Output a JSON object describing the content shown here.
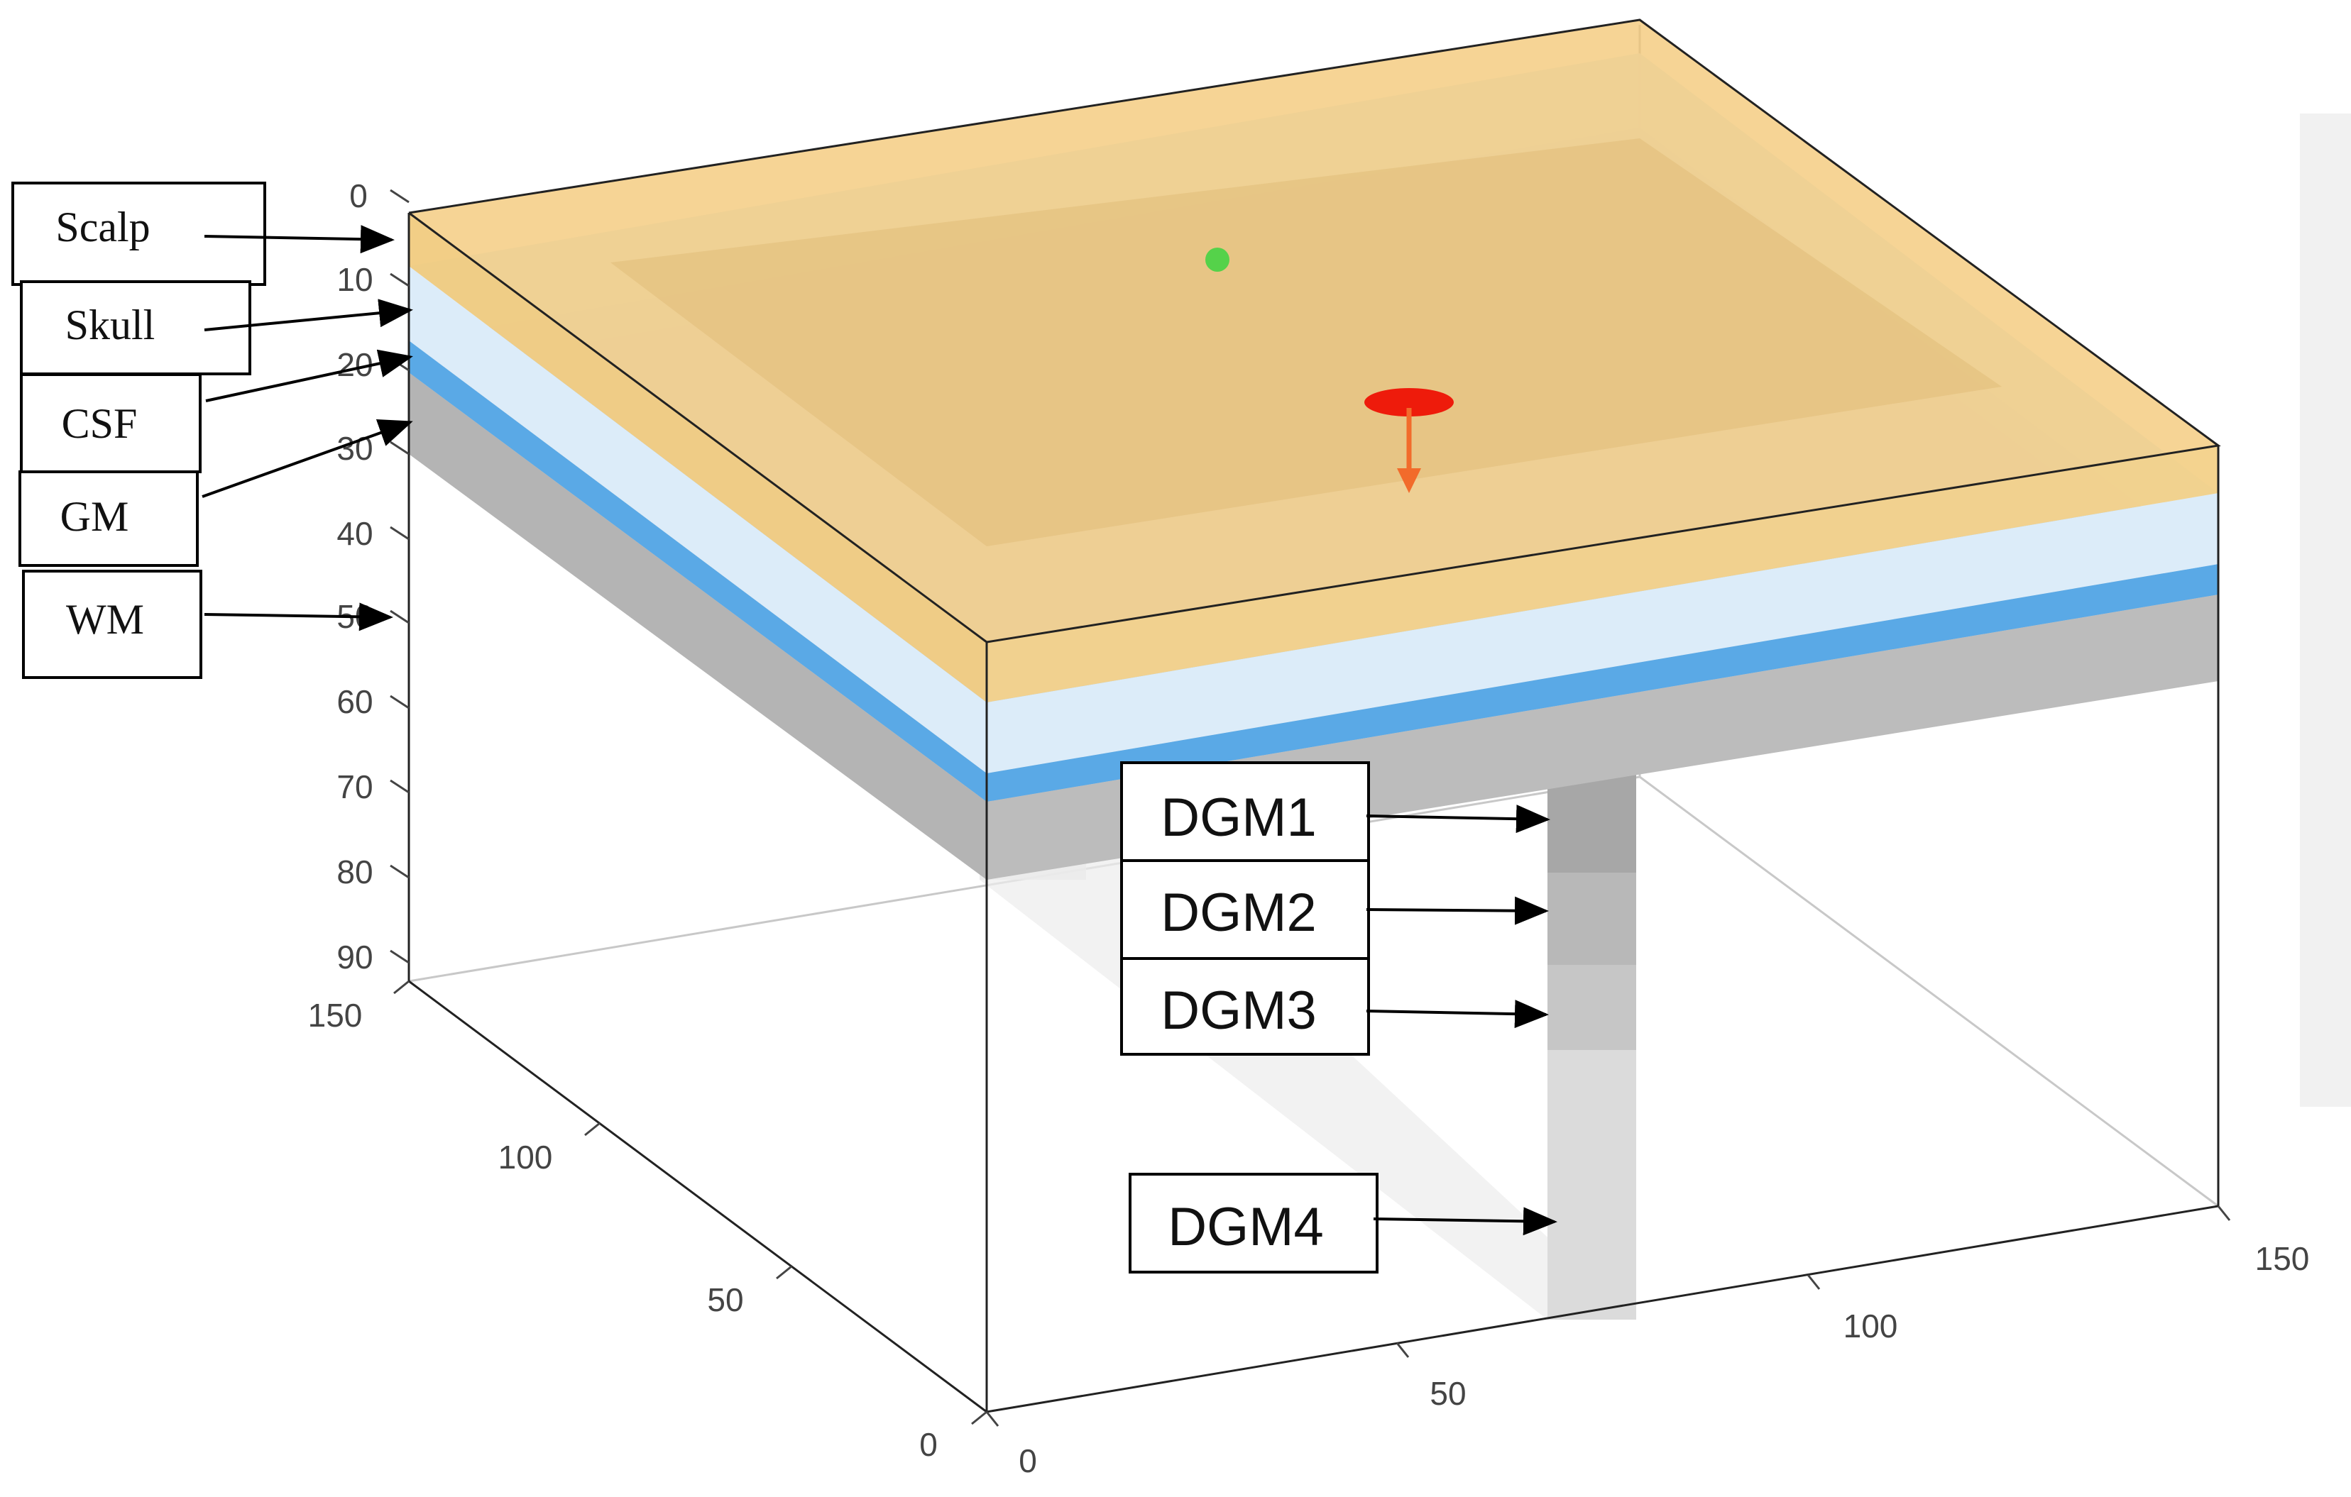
{
  "axes": {
    "z_ticks": [
      "0",
      "10",
      "20",
      "30",
      "40",
      "50",
      "60",
      "70",
      "80",
      "90"
    ],
    "y_ticks": [
      "150",
      "100",
      "50",
      "0"
    ],
    "x_ticks": [
      "0",
      "50",
      "100",
      "150"
    ]
  },
  "layer_labels": [
    "Scalp",
    "Skull",
    "CSF",
    "GM",
    "WM"
  ],
  "region_labels": [
    "DGM1",
    "DGM2",
    "DGM3",
    "DGM4"
  ],
  "colors": {
    "scalp": "#f3c46c",
    "skull": "#dcecf9",
    "csf": "#5aa9e6",
    "gm": "#a9a9a9",
    "dgm": "#bdbdbd",
    "source_disc": "#ee1b0b",
    "arrow": "#f26b2b",
    "sensor_dot": "#55d24a"
  },
  "icons": [
    "source-dipole-icon",
    "sensor-dot-icon"
  ]
}
